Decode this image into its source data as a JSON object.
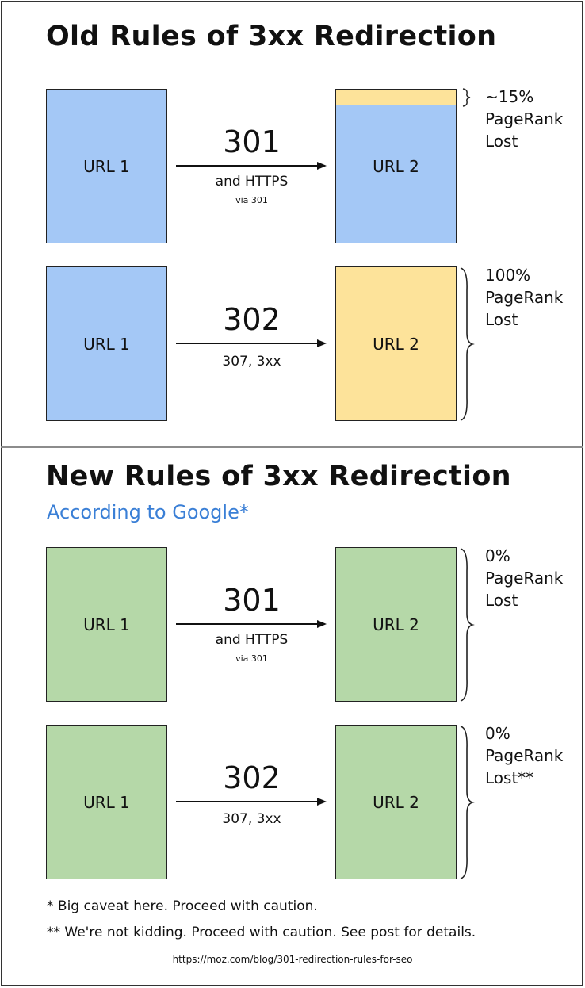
{
  "old": {
    "title": "Old Rules of 3xx Redirection",
    "rows": [
      {
        "from": "URL 1",
        "to": "URL 2",
        "code": "301",
        "sub": "and HTTPS",
        "sub_small": "via 301",
        "note": [
          "~15%",
          "PageRank",
          "Lost"
        ]
      },
      {
        "from": "URL 1",
        "to": "URL 2",
        "code": "302",
        "sub": "307, 3xx",
        "note": [
          "100%",
          "PageRank",
          "Lost"
        ]
      }
    ]
  },
  "new": {
    "title": "New Rules of 3xx Redirection",
    "subtitle": "According to Google*",
    "rows": [
      {
        "from": "URL 1",
        "to": "URL 2",
        "code": "301",
        "sub": "and HTTPS",
        "sub_small": "via 301",
        "note": [
          "0%",
          "PageRank",
          "Lost"
        ]
      },
      {
        "from": "URL 1",
        "to": "URL 2",
        "code": "302",
        "sub": "307, 3xx",
        "note": [
          "0%",
          "PageRank",
          "Lost**"
        ]
      }
    ]
  },
  "footnotes": [
    "* Big caveat here. Proceed with caution.",
    "** We're not kidding. Proceed with caution. See post for details."
  ],
  "source_url": "https://moz.com/blog/301-redirection-rules-for-seo",
  "colors": {
    "blue": "#a4c8f6",
    "yellow": "#fde39a",
    "green": "#b5d8a8",
    "accent": "#3a7fd6"
  },
  "icons": {
    "arrow": "right-arrow-icon",
    "brace": "curly-brace-icon"
  }
}
